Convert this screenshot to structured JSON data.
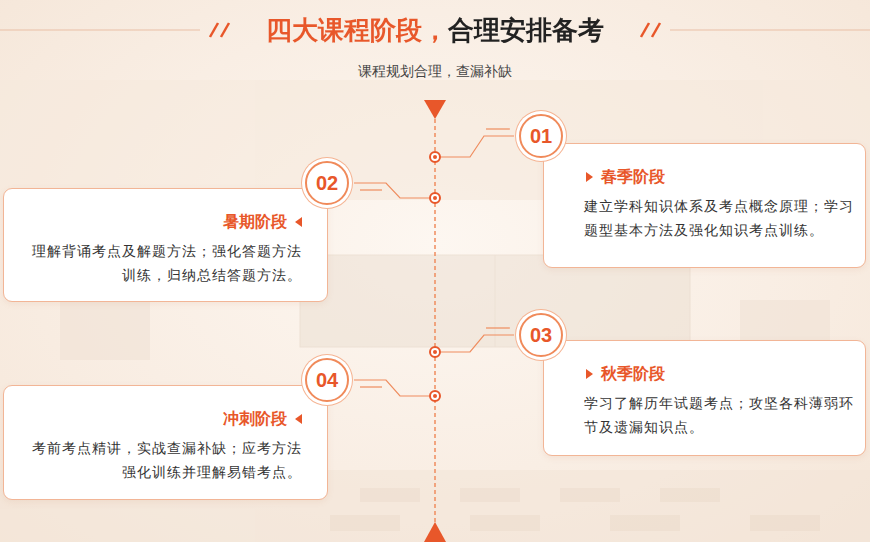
{
  "diagram": {
    "title": "四大课程阶段，合理安排备考",
    "nodes": [
      {
        "text": [
          "01"
        ]
      },
      {
        "text": [
          "春季阶段",
          "建立学科知识体系及考点概念原理；学习题型基本方法及强化知识考点训练。"
        ]
      },
      {
        "text": [
          "02"
        ]
      },
      {
        "text": [
          "暑期阶段",
          "理解背诵考点及解题方法；强化答题方法训练，归纳总结答题方法。"
        ]
      },
      {
        "text": [
          "03"
        ]
      },
      {
        "text": [
          "秋季阶段",
          "学习了解历年试题考点；攻坚各科薄弱环节及遗漏知识点。"
        ]
      },
      {
        "text": [
          "04"
        ]
      },
      {
        "text": [
          "冲刺阶段",
          "考前考点精讲，实战查漏补缺；应考方法强化训练并理解易错考点。"
        ]
      }
    ],
    "labels": [
      "课程规划合理，查漏补缺"
    ]
  }
}
